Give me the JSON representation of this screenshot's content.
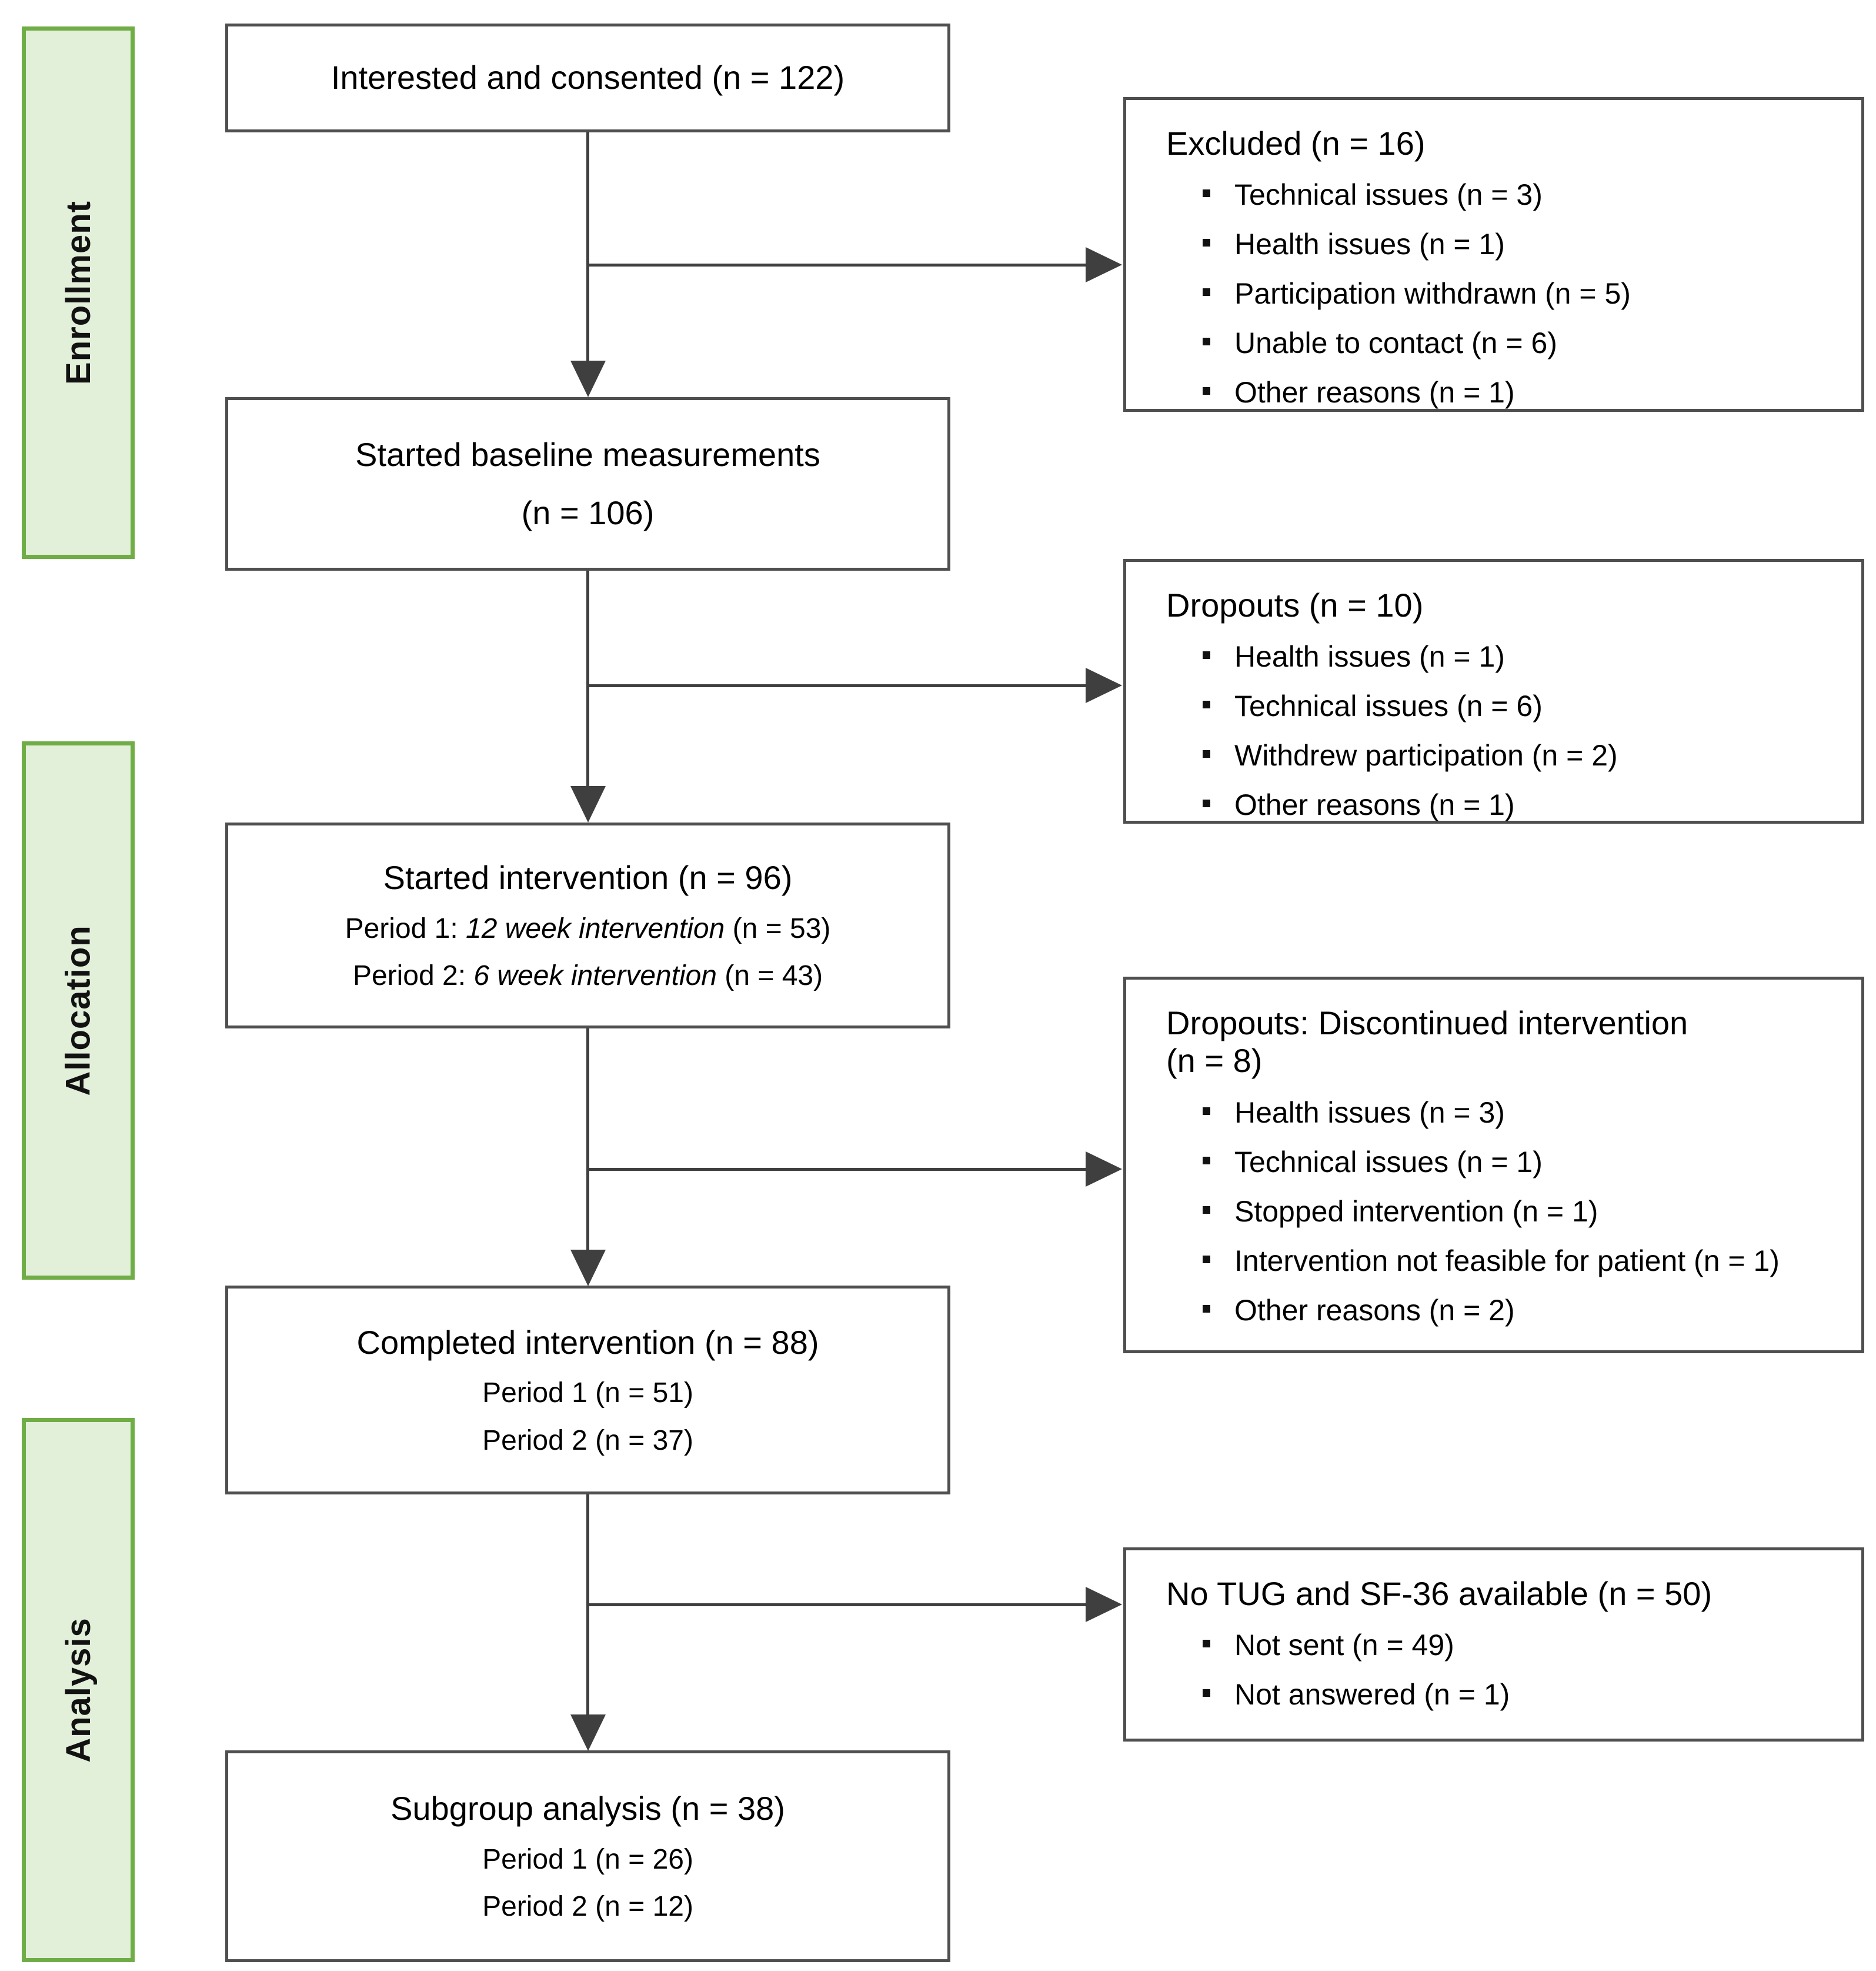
{
  "colors": {
    "green_fill": "#e2efd9",
    "green_border": "#70ad47",
    "line": "#3f3f3f",
    "box_border": "#4f4f4f"
  },
  "phases": {
    "enrollment": "Enrollment",
    "allocation": "Allocation",
    "analysis": "Analysis"
  },
  "flow": [
    {
      "line1": "Interested and consented (n = 122)"
    },
    {
      "line1": "Started baseline measurements",
      "line2": "(n = 106)"
    },
    {
      "line1": "Started intervention (n = 96)",
      "line2_pre": "Period 1: ",
      "line2_it": "12 week intervention",
      "line2_post": " (n = 53)",
      "line3_pre": "Period 2: ",
      "line3_it": "6 week intervention",
      "line3_post": " (n = 43)"
    },
    {
      "line1": "Completed intervention (n = 88)",
      "line2": "Period 1 (n = 51)",
      "line3": "Period 2 (n = 37)"
    },
    {
      "line1": "Subgroup analysis (n = 38)",
      "line2": "Period 1 (n = 26)",
      "line3": "Period 2 (n = 12)"
    }
  ],
  "side": [
    {
      "title": "Excluded (n = 16)",
      "items": [
        "Technical issues (n = 3)",
        "Health issues (n = 1)",
        "Participation withdrawn (n = 5)",
        "Unable to contact (n = 6)",
        "Other reasons (n = 1)"
      ]
    },
    {
      "title": "Dropouts (n = 10)",
      "items": [
        "Health issues (n = 1)",
        "Technical issues (n = 6)",
        "Withdrew participation (n = 2)",
        "Other reasons (n = 1)"
      ]
    },
    {
      "title": "Dropouts: Discontinued intervention",
      "title2": "(n = 8)",
      "items": [
        "Health issues (n = 3)",
        "Technical issues (n = 1)",
        "Stopped intervention (n = 1)",
        "Intervention not feasible for patient (n = 1)",
        "Other reasons (n = 2)"
      ]
    },
    {
      "title": "No TUG and SF-36 available (n = 50)",
      "items": [
        "Not sent (n = 49)",
        "Not answered (n = 1)"
      ]
    }
  ]
}
